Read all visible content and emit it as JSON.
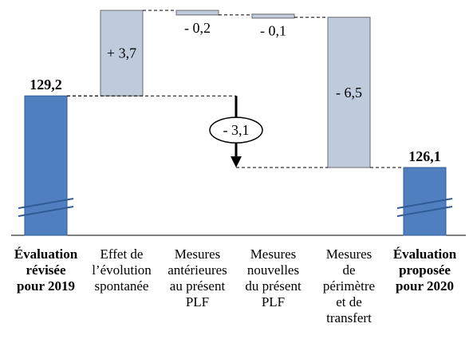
{
  "chart_data": {
    "type": "waterfall",
    "categories": [
      [
        "Évaluation",
        "révisée",
        "pour 2019"
      ],
      [
        "Effet de",
        "l’évolution",
        "spontanée"
      ],
      [
        "Mesures",
        "antérieures",
        "au présent",
        "PLF"
      ],
      [
        "Mesures",
        "nouvelles",
        "du présent",
        "PLF"
      ],
      [
        "Mesures",
        "de",
        "périmètre",
        "et de",
        "transfert"
      ],
      [
        "Évaluation",
        "proposée",
        "pour 2020"
      ]
    ],
    "bars": [
      {
        "kind": "total",
        "value": 129.2,
        "label": "129,2"
      },
      {
        "kind": "delta",
        "value": 3.7,
        "label": "+ 3,7"
      },
      {
        "kind": "delta",
        "value": -0.2,
        "label": "- 0,2"
      },
      {
        "kind": "delta",
        "value": -0.1,
        "label": "- 0,1"
      },
      {
        "kind": "delta",
        "value": -6.5,
        "label": "- 6,5"
      },
      {
        "kind": "total",
        "value": 126.1,
        "label": "126,1"
      }
    ],
    "net_change": {
      "value": -3.1,
      "label": "- 3,1"
    },
    "axis_break": true,
    "colors": {
      "total": "#4f7fbf",
      "total_border": "#2f5c96",
      "delta": "#bfcbdd",
      "delta_border": "#6b6b6b",
      "connector": "#000000"
    }
  }
}
